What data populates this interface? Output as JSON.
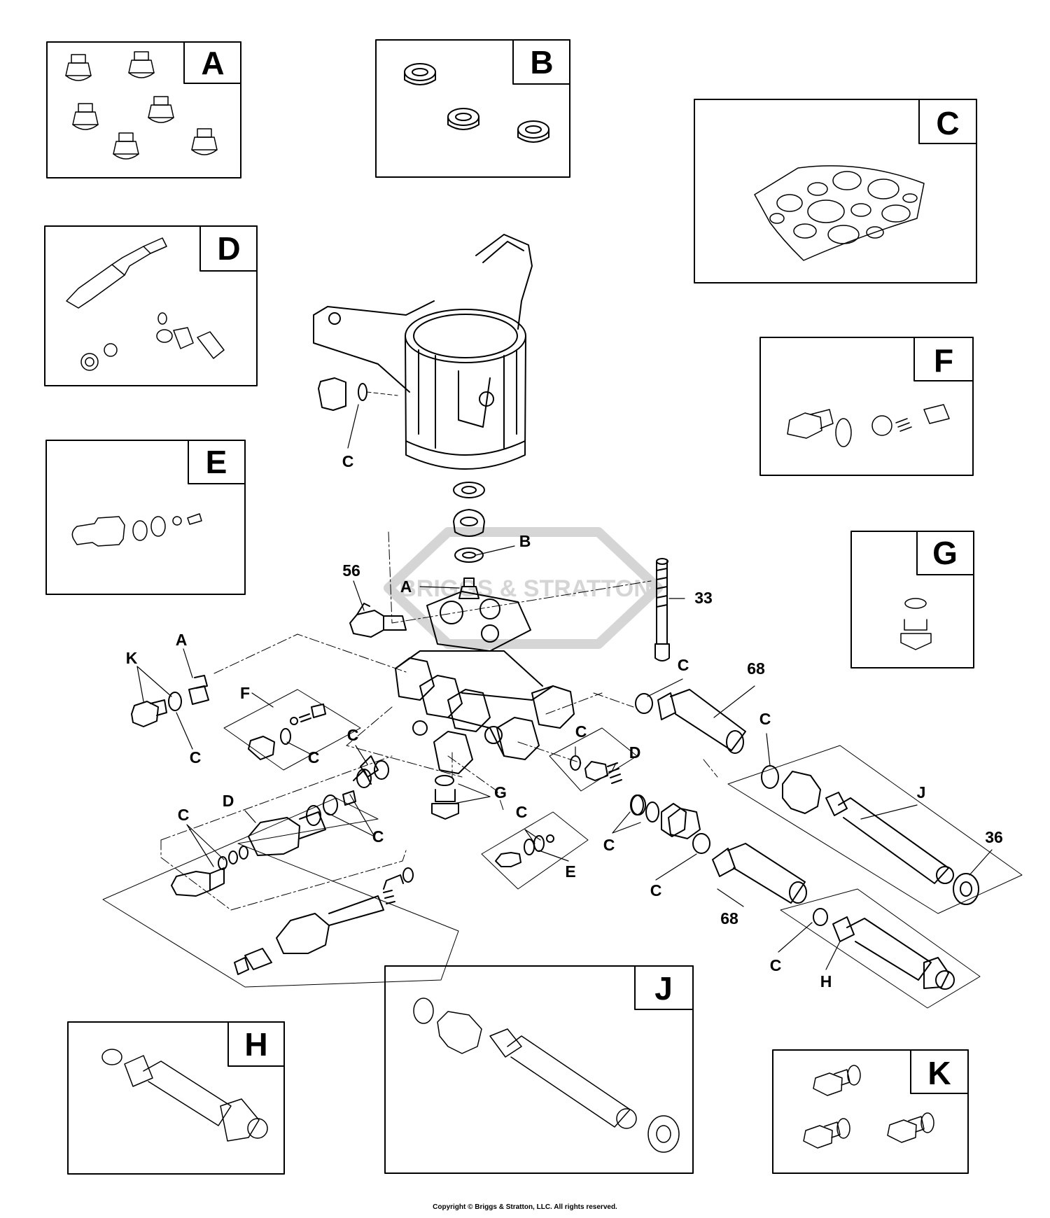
{
  "kit_boxes": [
    {
      "id": "A",
      "label": "A"
    },
    {
      "id": "B",
      "label": "B"
    },
    {
      "id": "C",
      "label": "C"
    },
    {
      "id": "D",
      "label": "D"
    },
    {
      "id": "E",
      "label": "E"
    },
    {
      "id": "F",
      "label": "F"
    },
    {
      "id": "G",
      "label": "G"
    },
    {
      "id": "H",
      "label": "H"
    },
    {
      "id": "J",
      "label": "J"
    },
    {
      "id": "K",
      "label": "K"
    }
  ],
  "callouts": {
    "c_manifold": "C",
    "b_seal": "B",
    "a_valve": "A",
    "n56": "56",
    "n33": "33",
    "a_left": "A",
    "k_left": "K",
    "c_left": "C",
    "f_left": "F",
    "c_f": "C",
    "c_mid": "C",
    "d_left": "D",
    "c_dleft": "C",
    "c_dright": "C",
    "g_mid": "G",
    "c_e": "C",
    "e_mid": "E",
    "c_d2": "C",
    "d_right": "D",
    "c_68top": "C",
    "n68_top": "68",
    "c_j": "C",
    "j_right": "J",
    "n36": "36",
    "c_rc1": "C",
    "c_rc2": "C",
    "n68_bot": "68",
    "c_h": "C",
    "h_right": "H"
  },
  "watermark": "BRIGGS & STRATTON",
  "copyright": "Copyright © Briggs & Stratton, LLC. All rights reserved."
}
